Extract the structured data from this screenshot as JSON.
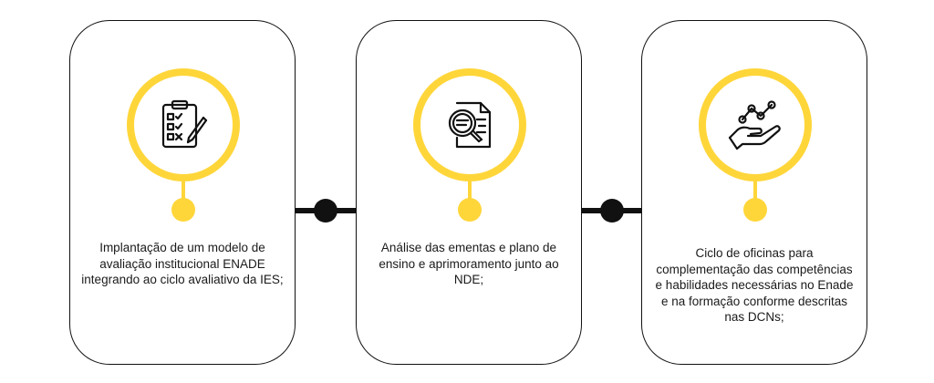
{
  "steps": [
    {
      "icon": "clipboard-checklist-icon",
      "text": "Implantação de um modelo de avaliação institucional ENADE integrando ao ciclo avaliativo da IES;"
    },
    {
      "icon": "document-magnifier-icon",
      "text": "Análise das ementas e plano de ensino e aprimoramento junto ao NDE;"
    },
    {
      "icon": "hand-growth-chart-icon",
      "text": "Ciclo de oficinas para complementação das competências e habilidades necessárias no Enade e na formação conforme descritas nas DCNs;"
    }
  ],
  "colors": {
    "accent": "#ffd63a",
    "line": "#111111",
    "text": "#1a1a1a"
  }
}
